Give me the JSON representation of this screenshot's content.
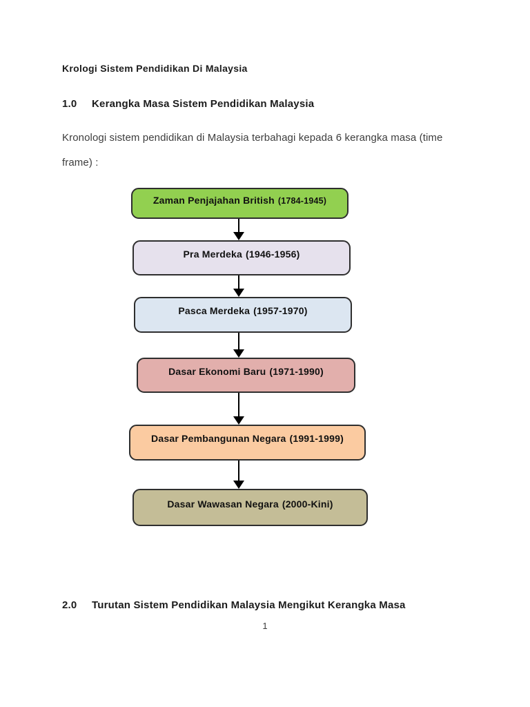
{
  "document": {
    "title": "Krologi Sistem Pendidikan Di Malaysia",
    "intro": "Kronologi sistem pendidikan di Malaysia terbahagi kepada 6 kerangka masa (time frame) :",
    "page_number": "1"
  },
  "sections": [
    {
      "number": "1.0",
      "heading": "Kerangka Masa Sistem Pendidikan Malaysia"
    },
    {
      "number": "2.0",
      "heading": "Turutan Sistem Pendidikan Malaysia Mengikut Kerangka Masa"
    }
  ],
  "diagram": {
    "type": "vertical-flowchart",
    "description": "6 kerangka masa sistem pendidikan Malaysia",
    "arrow_color": "#000000",
    "border_color": "#2e2e2e",
    "boxes": [
      {
        "label": "Zaman Penjajahan British",
        "years": "(1784-1945)",
        "color": "#92D050"
      },
      {
        "label": "Pra Merdeka",
        "years": "(1946-1956)",
        "color": "#E6E1ED"
      },
      {
        "label": "Pasca Merdeka",
        "years": "(1957-1970)",
        "color": "#DCE6F1"
      },
      {
        "label": "Dasar Ekonomi Baru",
        "years": "(1971-1990)",
        "color": "#E2AFAC"
      },
      {
        "label": "Dasar Pembangunan Negara",
        "years": "(1991-1999)",
        "color": "#FBCBA1"
      },
      {
        "label": "Dasar Wawasan Negara",
        "years": "(2000-Kini)",
        "color": "#C4BD97"
      }
    ]
  }
}
